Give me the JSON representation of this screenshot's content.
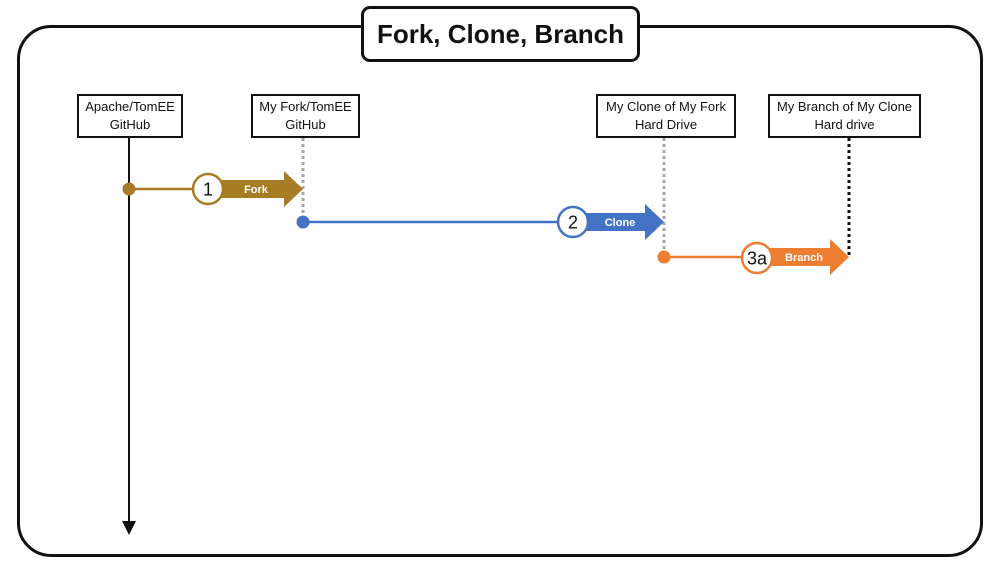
{
  "title": "Fork, Clone, Branch",
  "nodes": {
    "apache": {
      "line1": "Apache/TomEE",
      "line2": "GitHub"
    },
    "fork": {
      "line1": "My Fork/TomEE",
      "line2": "GitHub"
    },
    "clone": {
      "line1": "My Clone of My Fork",
      "line2": "Hard Drive"
    },
    "branch": {
      "line1": "My Branch of My Clone",
      "line2": "Hard drive"
    }
  },
  "steps": [
    {
      "number": "1",
      "label": "Fork",
      "color": "#A87C24"
    },
    {
      "number": "2",
      "label": "Clone",
      "color": "#4472C4"
    },
    {
      "number": "3a",
      "label": "Branch",
      "color": "#ED7D31"
    }
  ]
}
